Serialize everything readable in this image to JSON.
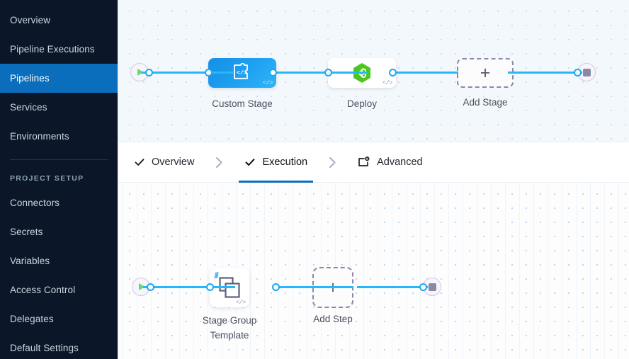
{
  "sidebar": {
    "items": [
      {
        "label": "Overview",
        "active": false
      },
      {
        "label": "Pipeline Executions",
        "active": false
      },
      {
        "label": "Pipelines",
        "active": true
      },
      {
        "label": "Services",
        "active": false
      },
      {
        "label": "Environments",
        "active": false
      }
    ],
    "section_label": "PROJECT SETUP",
    "setup_items": [
      {
        "label": "Connectors"
      },
      {
        "label": "Secrets"
      },
      {
        "label": "Variables"
      },
      {
        "label": "Access Control"
      },
      {
        "label": "Delegates"
      },
      {
        "label": "Default Settings"
      }
    ],
    "active_color": "#0a6ebd",
    "background_color": "#0b1628"
  },
  "tabs": [
    {
      "label": "Overview",
      "icon": "check-icon",
      "active": false,
      "complete": true
    },
    {
      "label": "Execution",
      "icon": "check-icon",
      "active": true,
      "complete": true
    },
    {
      "label": "Advanced",
      "icon": "advanced-settings-icon",
      "active": false,
      "complete": false
    }
  ],
  "tab_separator_icon": "chevron-right-icon",
  "stage_canvas": {
    "start_node": {
      "icon": "play-icon",
      "name": "pipeline-start"
    },
    "end_node": {
      "icon": "stop-icon",
      "name": "pipeline-end"
    },
    "stages": [
      {
        "label": "Custom Stage",
        "icon": "custom-stage-code-icon",
        "badge": "</>",
        "type": "custom",
        "color": "#1f9ff0"
      },
      {
        "label": "Deploy",
        "icon": "deploy-hexagon-icon",
        "badge": "</>",
        "type": "deploy",
        "color": "#4dc71f"
      }
    ],
    "add_stage": {
      "label": "Add Stage",
      "icon": "plus-icon"
    },
    "connector_color": "#29b6f6"
  },
  "execution_canvas": {
    "start_node": {
      "icon": "play-icon",
      "name": "execution-start"
    },
    "end_node": {
      "icon": "stop-icon",
      "name": "execution-end"
    },
    "steps": [
      {
        "label": "Stage Group Template",
        "icon": "stacked-squares-icon",
        "badge": "</>",
        "template_marker": "|||"
      }
    ],
    "add_step": {
      "label": "Add Step",
      "icon": "plus-icon"
    },
    "connector_color": "#29b6f6"
  }
}
